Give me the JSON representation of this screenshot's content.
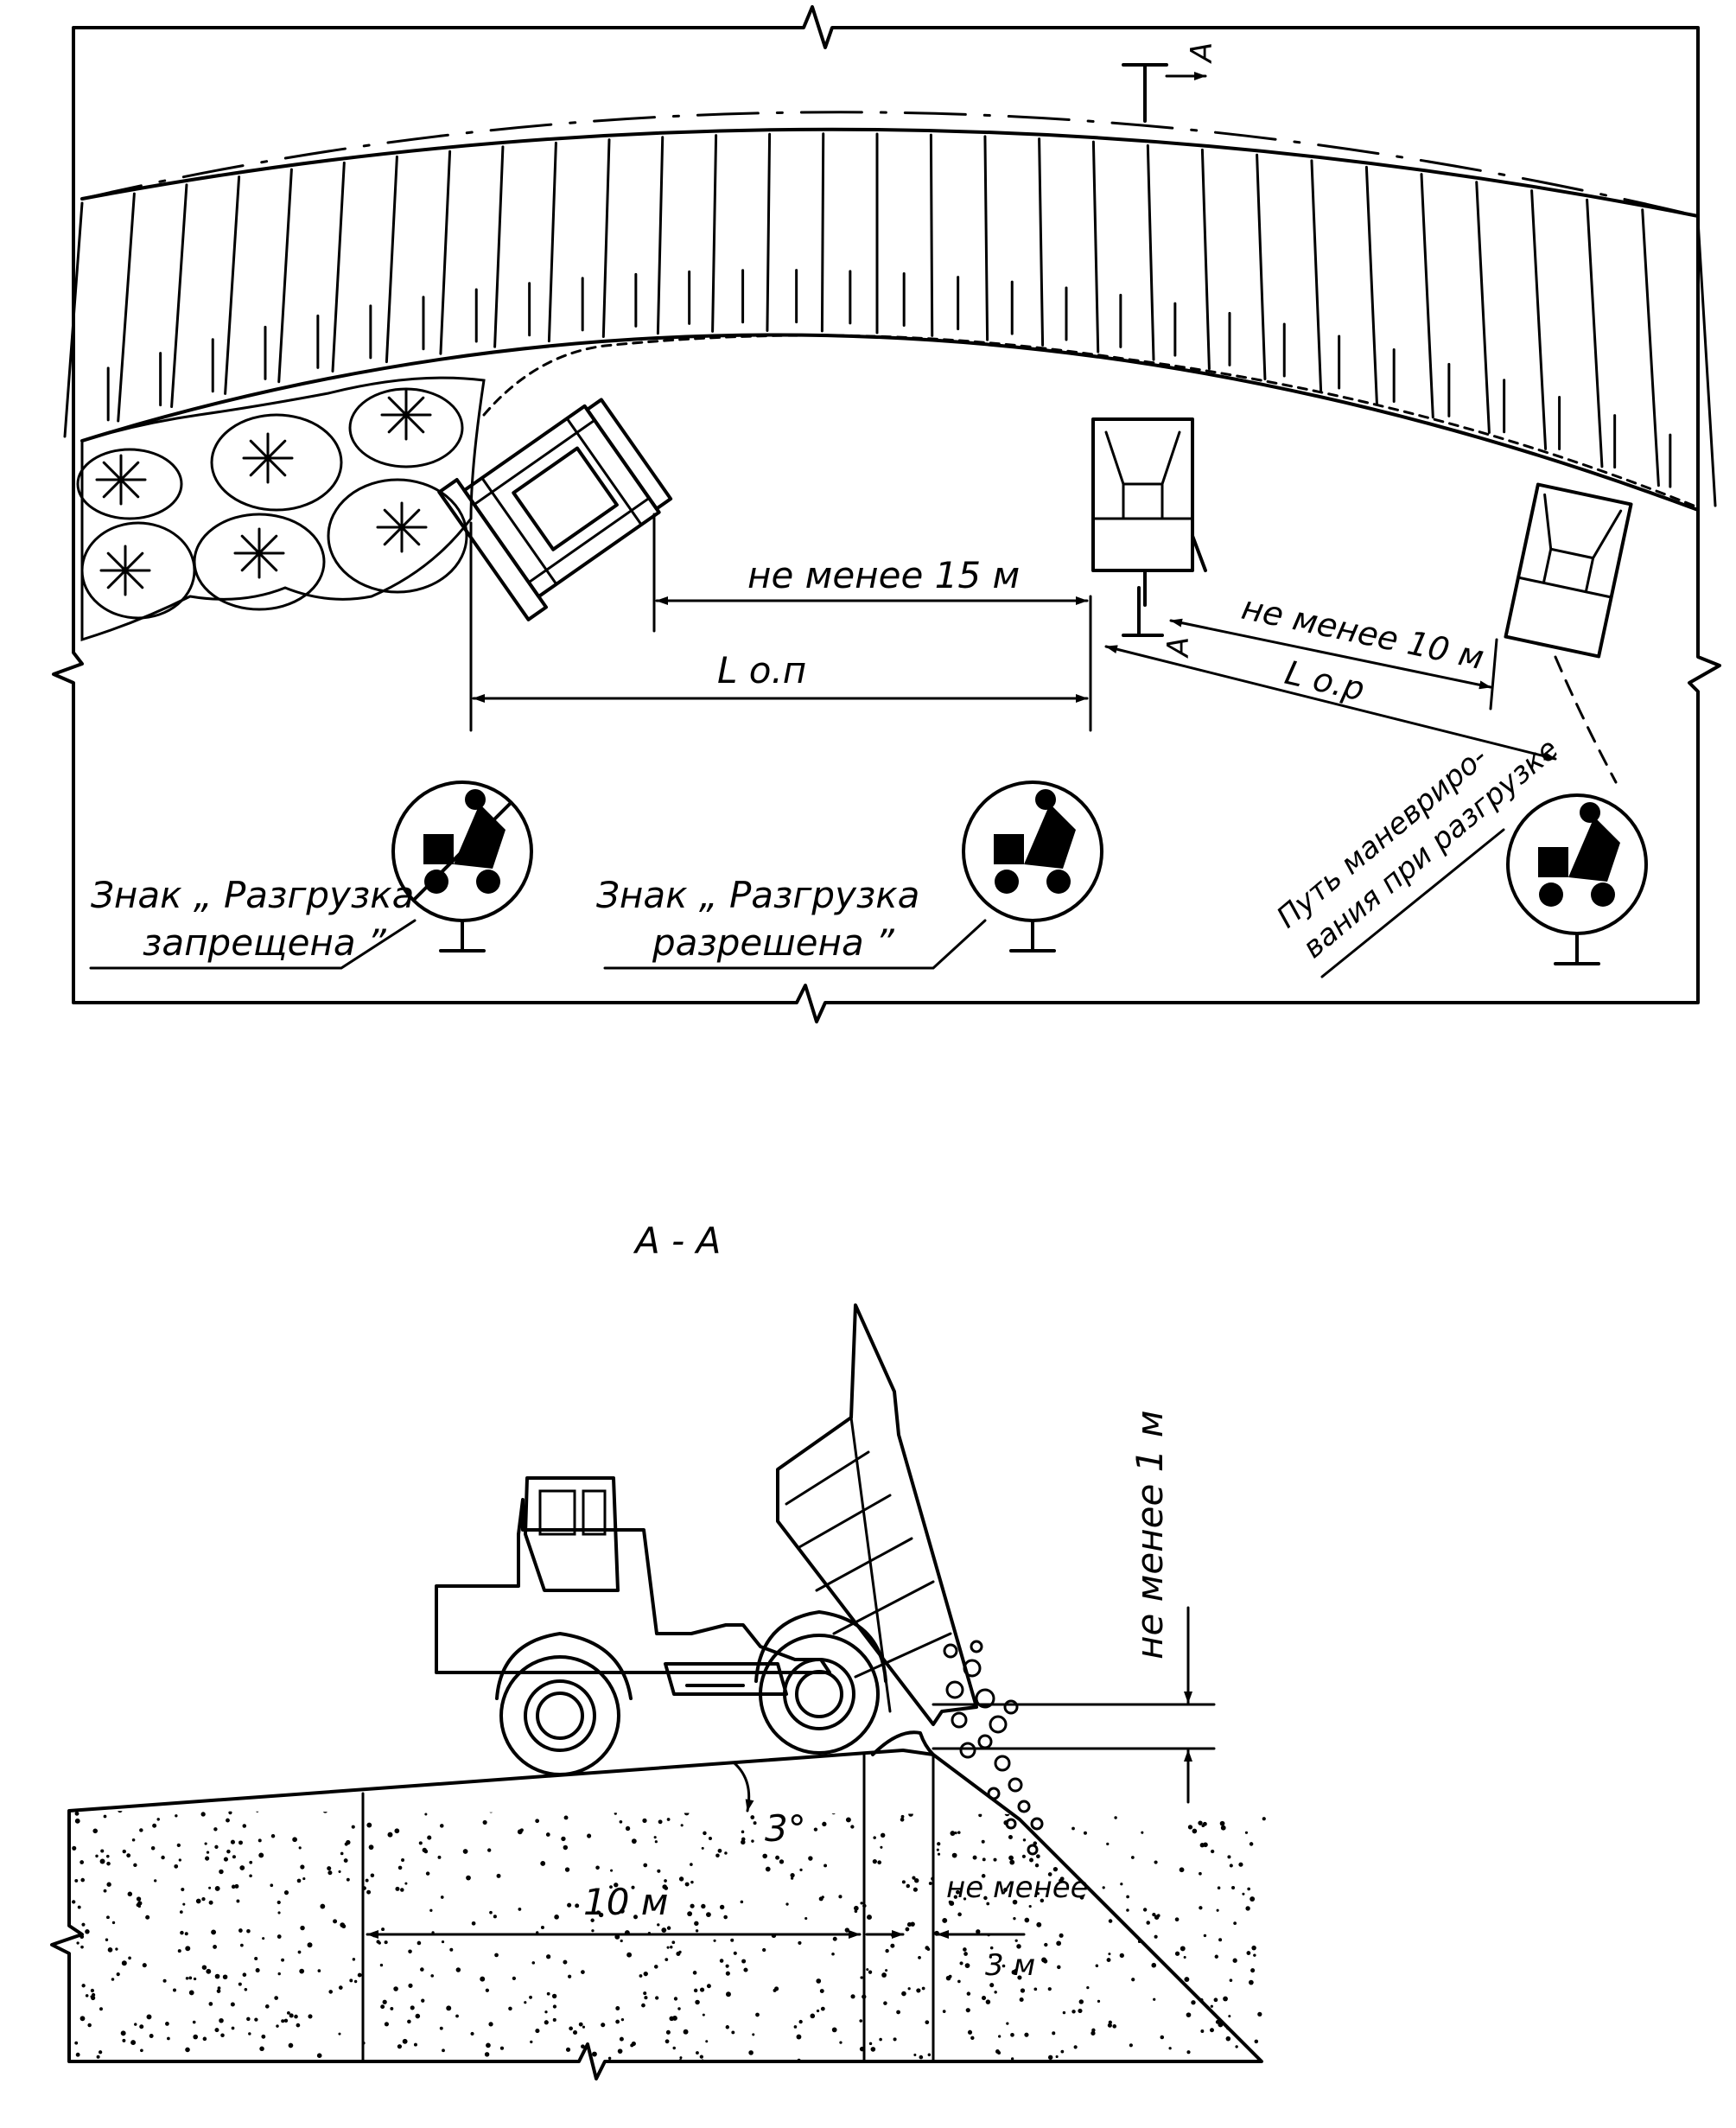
{
  "plan": {
    "section_marker": "А",
    "dim_min_15": "не менее 15 м",
    "dim_l_op": "L о.п",
    "dim_min_10": "не менее 10 м",
    "dim_l_or": "L о.р",
    "maneuver_line1": "Путь маневриро-",
    "maneuver_line2": "вания при разгрузке",
    "sign_forbidden_line1": "Знак „ Разгрузка",
    "sign_forbidden_line2": "запрещена ”",
    "sign_allowed_line1": "Знак „ Разгрузка",
    "sign_allowed_line2": "разрешена ”"
  },
  "section": {
    "title": "А - А",
    "dim_height": "не менее 1 м",
    "angle": "3°",
    "dim_10m": "10 м",
    "dim_min_3_line1": "не менее",
    "dim_min_3_line2": "3 м"
  }
}
